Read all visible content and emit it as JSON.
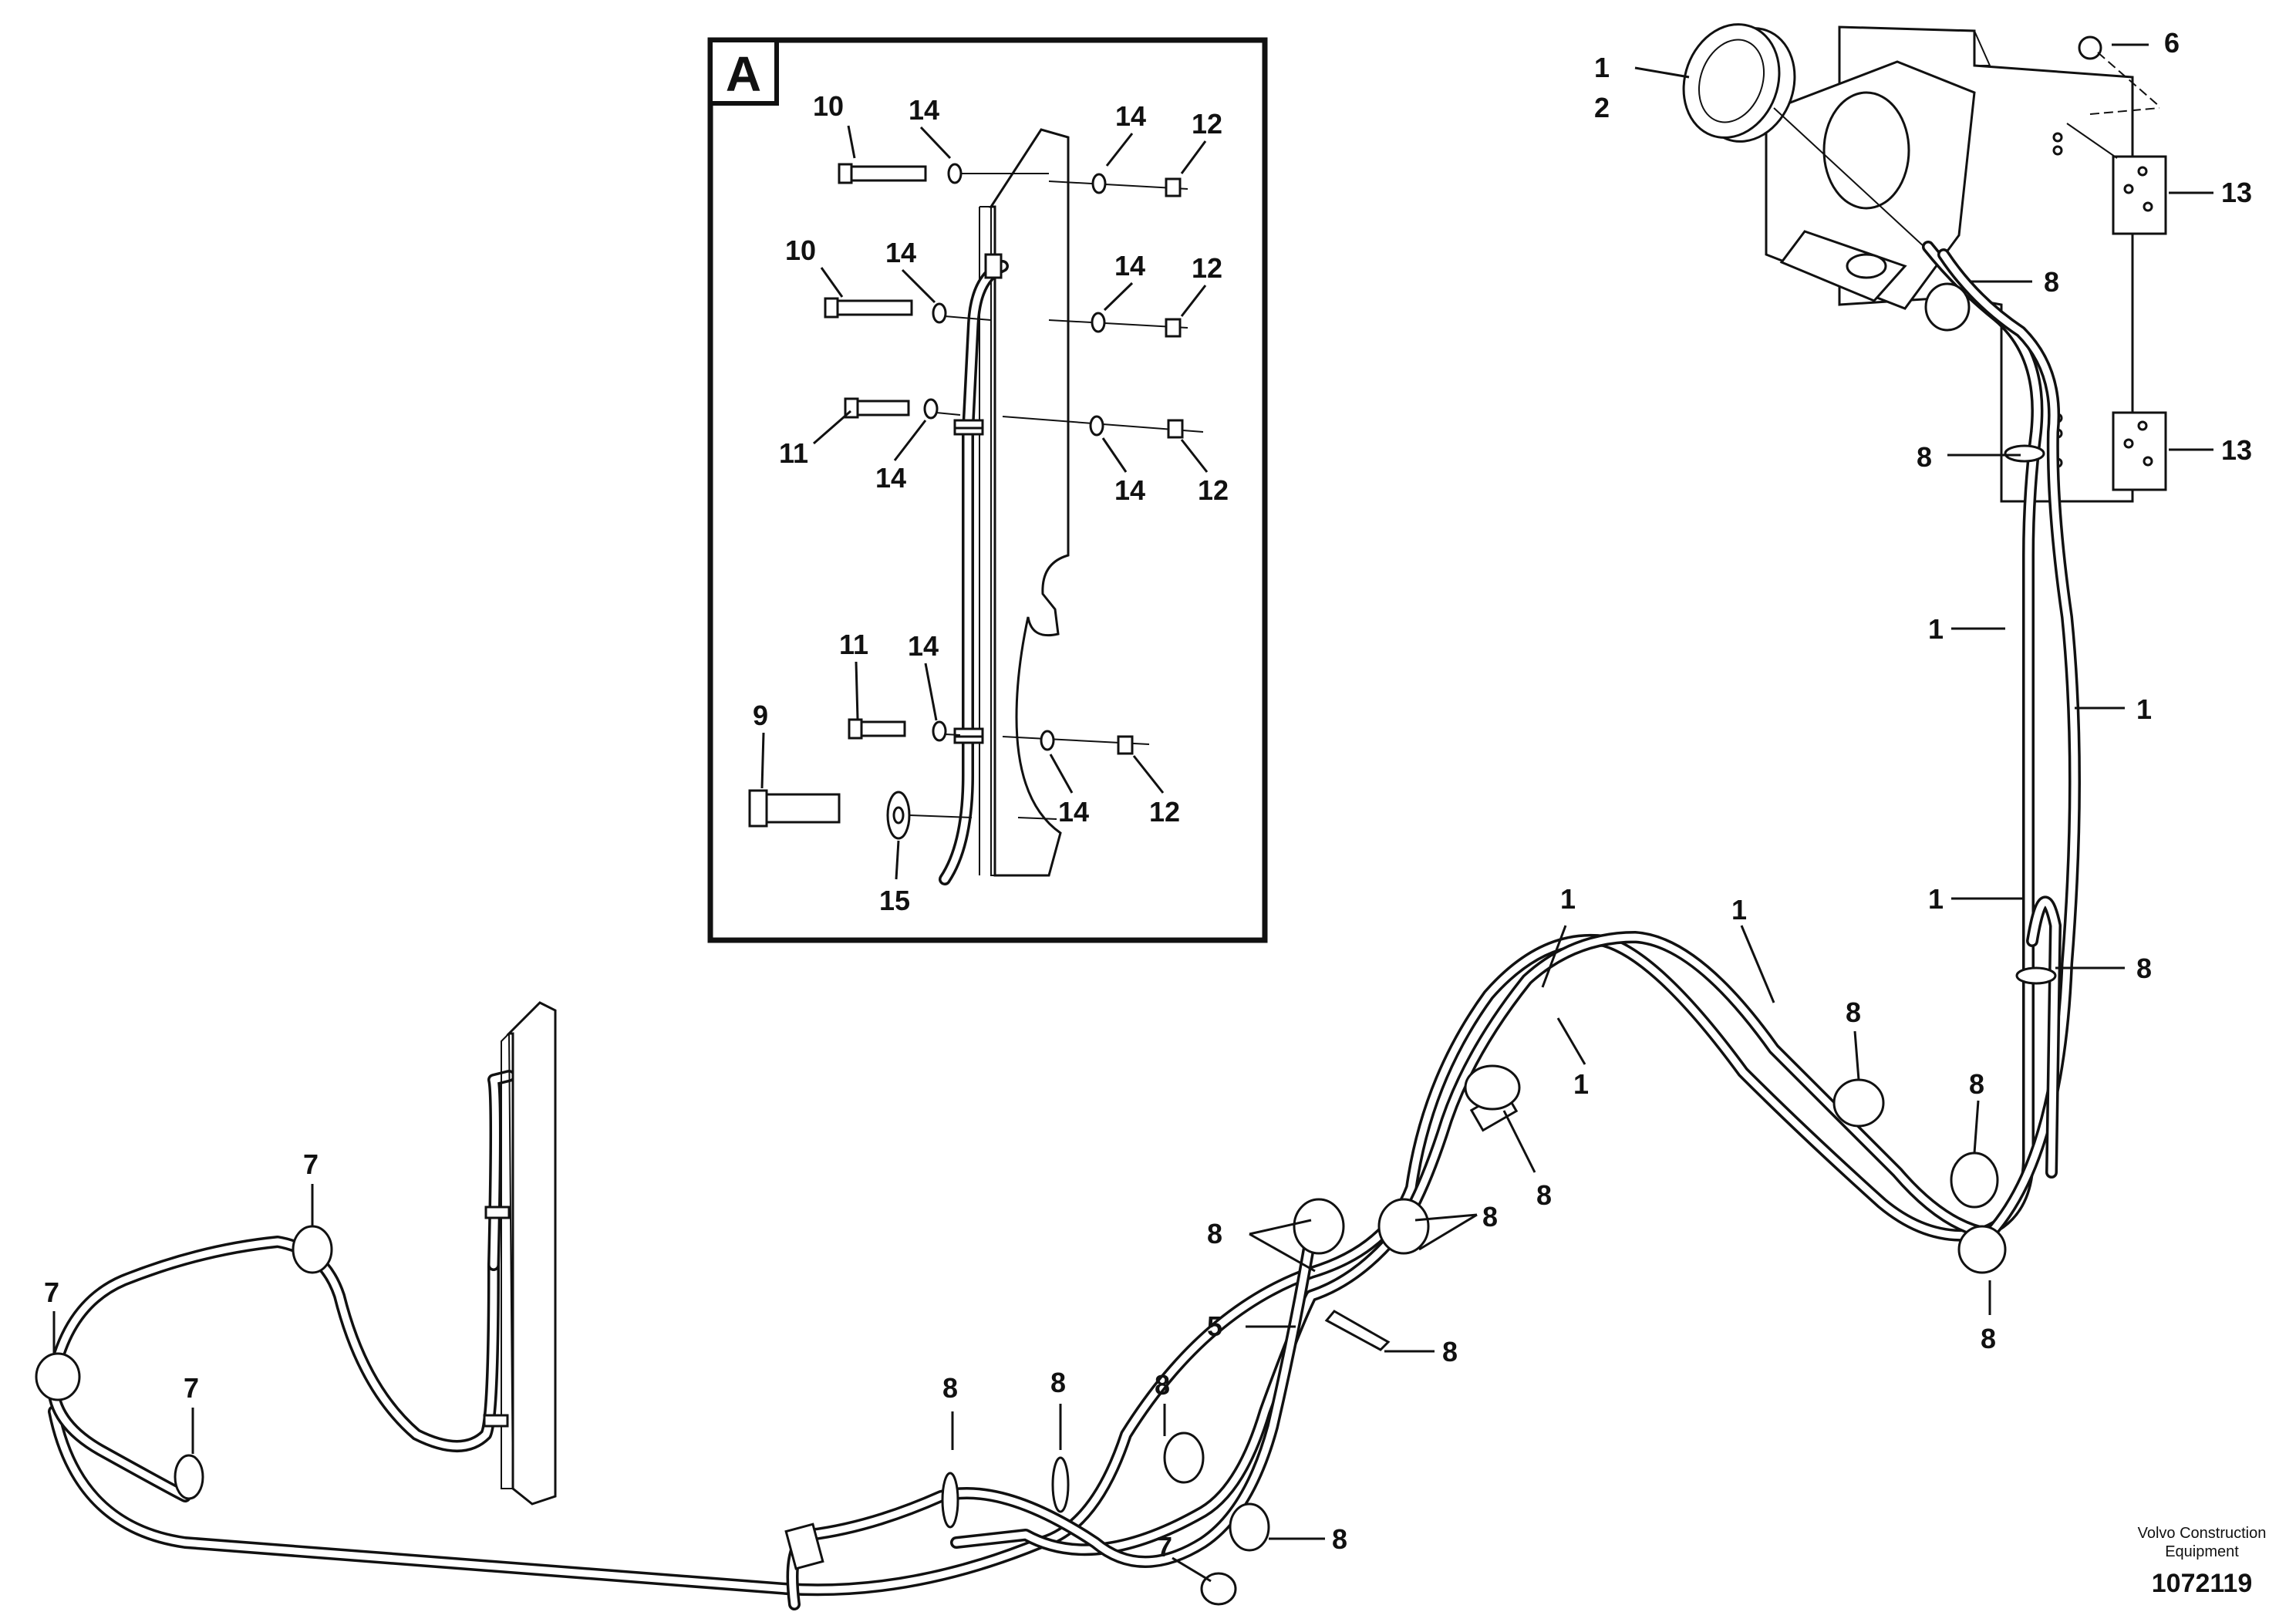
{
  "inset": {
    "letter": "A"
  },
  "callouts": {
    "n1": "1",
    "n2": "2",
    "n5": "5",
    "n6": "6",
    "n7": "7",
    "n8": "8",
    "n9": "9",
    "n10": "10",
    "n11": "11",
    "n12": "12",
    "n13": "13",
    "n14": "14",
    "n15": "15"
  },
  "footer": {
    "brand_line1": "Volvo Construction",
    "brand_line2": "Equipment",
    "doc_number": "1072119"
  }
}
